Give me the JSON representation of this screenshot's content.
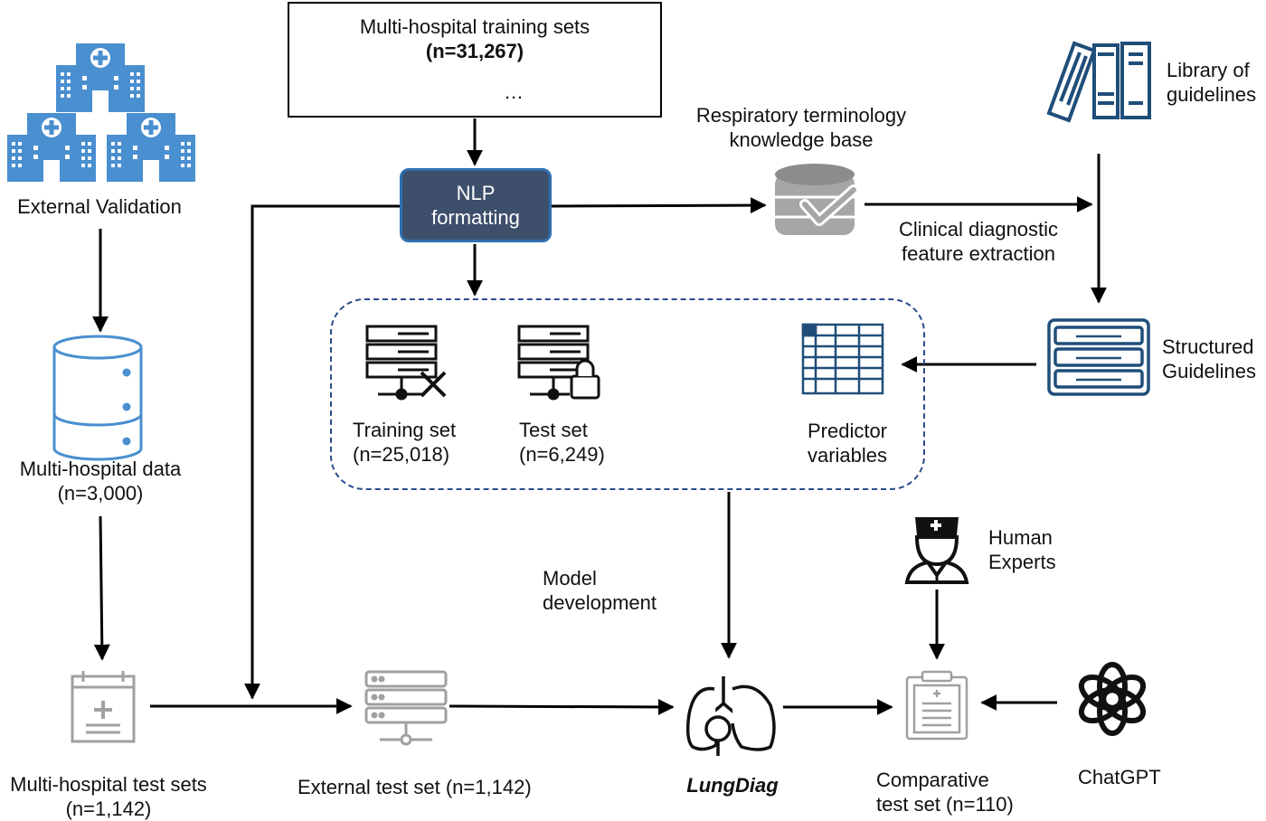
{
  "top_box": {
    "title": "Multi-hospital training sets",
    "count": "(n=31,267)",
    "ellipsis": "…"
  },
  "nlp_box": {
    "label": "NLP\nformatting"
  },
  "knowledge_base": {
    "label": "Respiratory terminology\nknowledge base"
  },
  "library": {
    "label": "Library of\nguidelines"
  },
  "feature_extraction": {
    "label": "Clinical diagnostic\nfeature extraction"
  },
  "structured_guidelines": {
    "label": "Structured\nGuidelines"
  },
  "external_validation": {
    "label": "External Validation"
  },
  "multi_hospital_data": {
    "label": "Multi-hospital data\n(n=3,000)"
  },
  "training_set": {
    "label": "Training set\n(n=25,018)"
  },
  "test_set": {
    "label": "Test set\n(n=6,249)"
  },
  "predictor_variables": {
    "label": "Predictor\nvariables"
  },
  "model_development": {
    "label": "Model\ndevelopment"
  },
  "human_experts": {
    "label": "Human\nExperts"
  },
  "multi_hospital_test_sets": {
    "label": "Multi-hospital test sets\n(n=1,142)"
  },
  "external_test_set": {
    "label": "External test set (n=1,142)"
  },
  "lungdiag": {
    "label": "LungDiag"
  },
  "comparative_test_set": {
    "label": "Comparative\ntest set (n=110)"
  },
  "chatgpt": {
    "label": "ChatGPT"
  },
  "colors": {
    "hospital_blue": "#4a8fd0",
    "guideline_navy": "#1f4e79",
    "nlp_fill": "#3d4f6b",
    "dashed_border": "#2a4d8f",
    "gray_icon": "#9a9a9a"
  },
  "icons": [
    "hospital-icon",
    "database-icon",
    "clipboard-icon",
    "books-icon",
    "database-check-icon",
    "server-tools-icon",
    "server-lock-icon",
    "table-icon",
    "guidelines-list-icon",
    "doctor-icon",
    "calendar-icon",
    "server-icon",
    "lungs-icon",
    "openai-logo-icon"
  ]
}
